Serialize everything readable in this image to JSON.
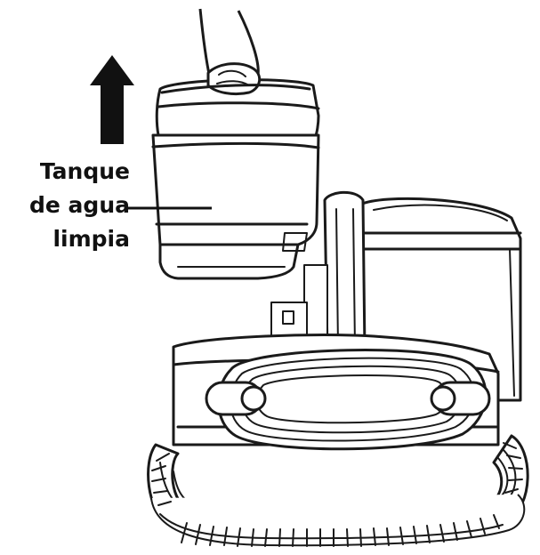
{
  "diagram": {
    "label_lines": [
      "Tanque",
      "de agua",
      "limpia"
    ],
    "arrow_direction": "up",
    "colors": {
      "line": "#1a1a1a",
      "background": "#ffffff"
    }
  }
}
